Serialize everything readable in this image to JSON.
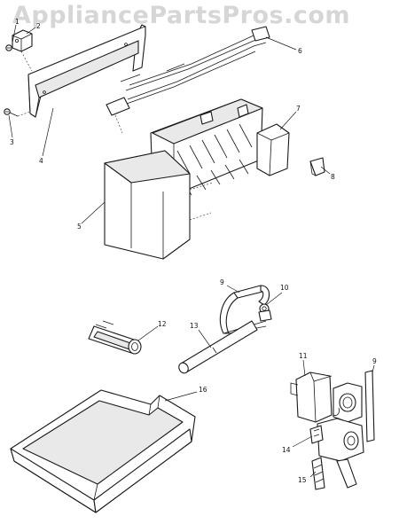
{
  "watermark": "AppliancePartsPros.com",
  "callouts": [
    {
      "id": "1",
      "text": "1"
    },
    {
      "id": "2",
      "text": "2"
    },
    {
      "id": "3",
      "text": "3"
    },
    {
      "id": "4",
      "text": "4"
    },
    {
      "id": "5",
      "text": "5"
    },
    {
      "id": "6",
      "text": "6"
    },
    {
      "id": "7",
      "text": "7"
    },
    {
      "id": "8",
      "text": "8"
    },
    {
      "id": "9a",
      "text": "9"
    },
    {
      "id": "9b",
      "text": "9"
    },
    {
      "id": "10",
      "text": "10"
    },
    {
      "id": "11",
      "text": "11"
    },
    {
      "id": "12",
      "text": "12"
    },
    {
      "id": "13",
      "text": "13"
    },
    {
      "id": "14",
      "text": "14"
    },
    {
      "id": "15",
      "text": "15"
    },
    {
      "id": "16",
      "text": "16"
    }
  ]
}
